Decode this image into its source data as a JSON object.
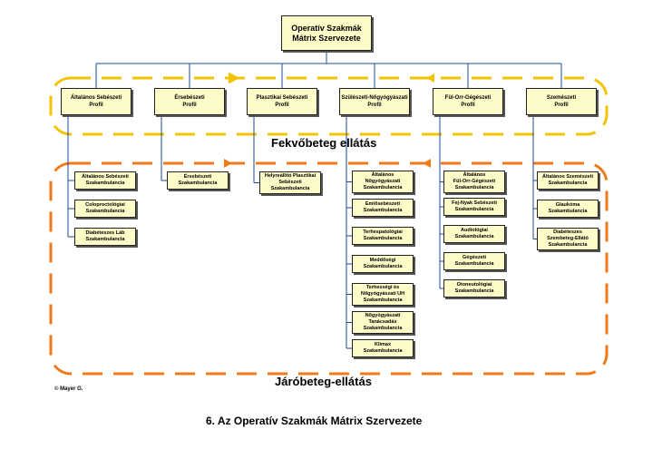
{
  "root": "Operatív Szakmák\nMátrix Szervezete",
  "profiles": [
    "Általános Sebészeti\nProfil",
    "Érsebészeti\nProfil",
    "Plasztikai Sebészeti\nProfil",
    "Szülészeti-Nőgyógyászati\nProfil",
    "Fül-Orr-Gégészeti\nProfil",
    "Szemészeti\nProfil"
  ],
  "clinics": [
    [
      "Általános Sebészeti\nSzakambulancia",
      "Coloproctológiai\nSzakambulancia",
      "Diabéteszes Láb\nSzakambulancia"
    ],
    [
      "Érsebészeti\nSzakambulancia"
    ],
    [
      "Helyreállító Plasztikai\nSebészeti\nSzakambulancia"
    ],
    [
      "Általános\nNőgyógyászati\nSzakambulancia",
      "Emlősebészeti\nSzakambulancia",
      "Terhespatológiai\nSzakambulancia",
      "Meddőségi\nSzakambulancia",
      "Terhességi és\nNőgyógyászati UH\nSzakambulancia",
      "Nőgyógyászati\nTanácsadás\nSzakambulancia",
      "Klimax\nSzakambulancia"
    ],
    [
      "Általános\nFül-Orr-Gégészeti\nSzakambulancia",
      "Fej-Nyak Sebészeti\nSzakambulancia",
      "Audiológiai\nSzakambulancia",
      "Gégészeti\nSzakambulancia",
      "Otoneutológiai\nSzakambulancia"
    ],
    [
      "Általános Szemészeti\nSzakambulancia",
      "Glaukóma\nSzakambulancia",
      "Diabéteszes\nSzembeteg-Ellátó\nSzakambulancia"
    ]
  ],
  "inpatient_label": "Fekvőbeteg ellátás",
  "outpatient_label": "Járóbeteg-ellátás",
  "copyright": "© Mayer G.",
  "caption": "6. Az Operatív Szakmák Mátrix Szervezete",
  "colors": {
    "box_fill": "#fdfcc8",
    "connector": "#1e4a9a",
    "inpatient_dash": "#f5c400",
    "outpatient_dash": "#f07a1a"
  }
}
